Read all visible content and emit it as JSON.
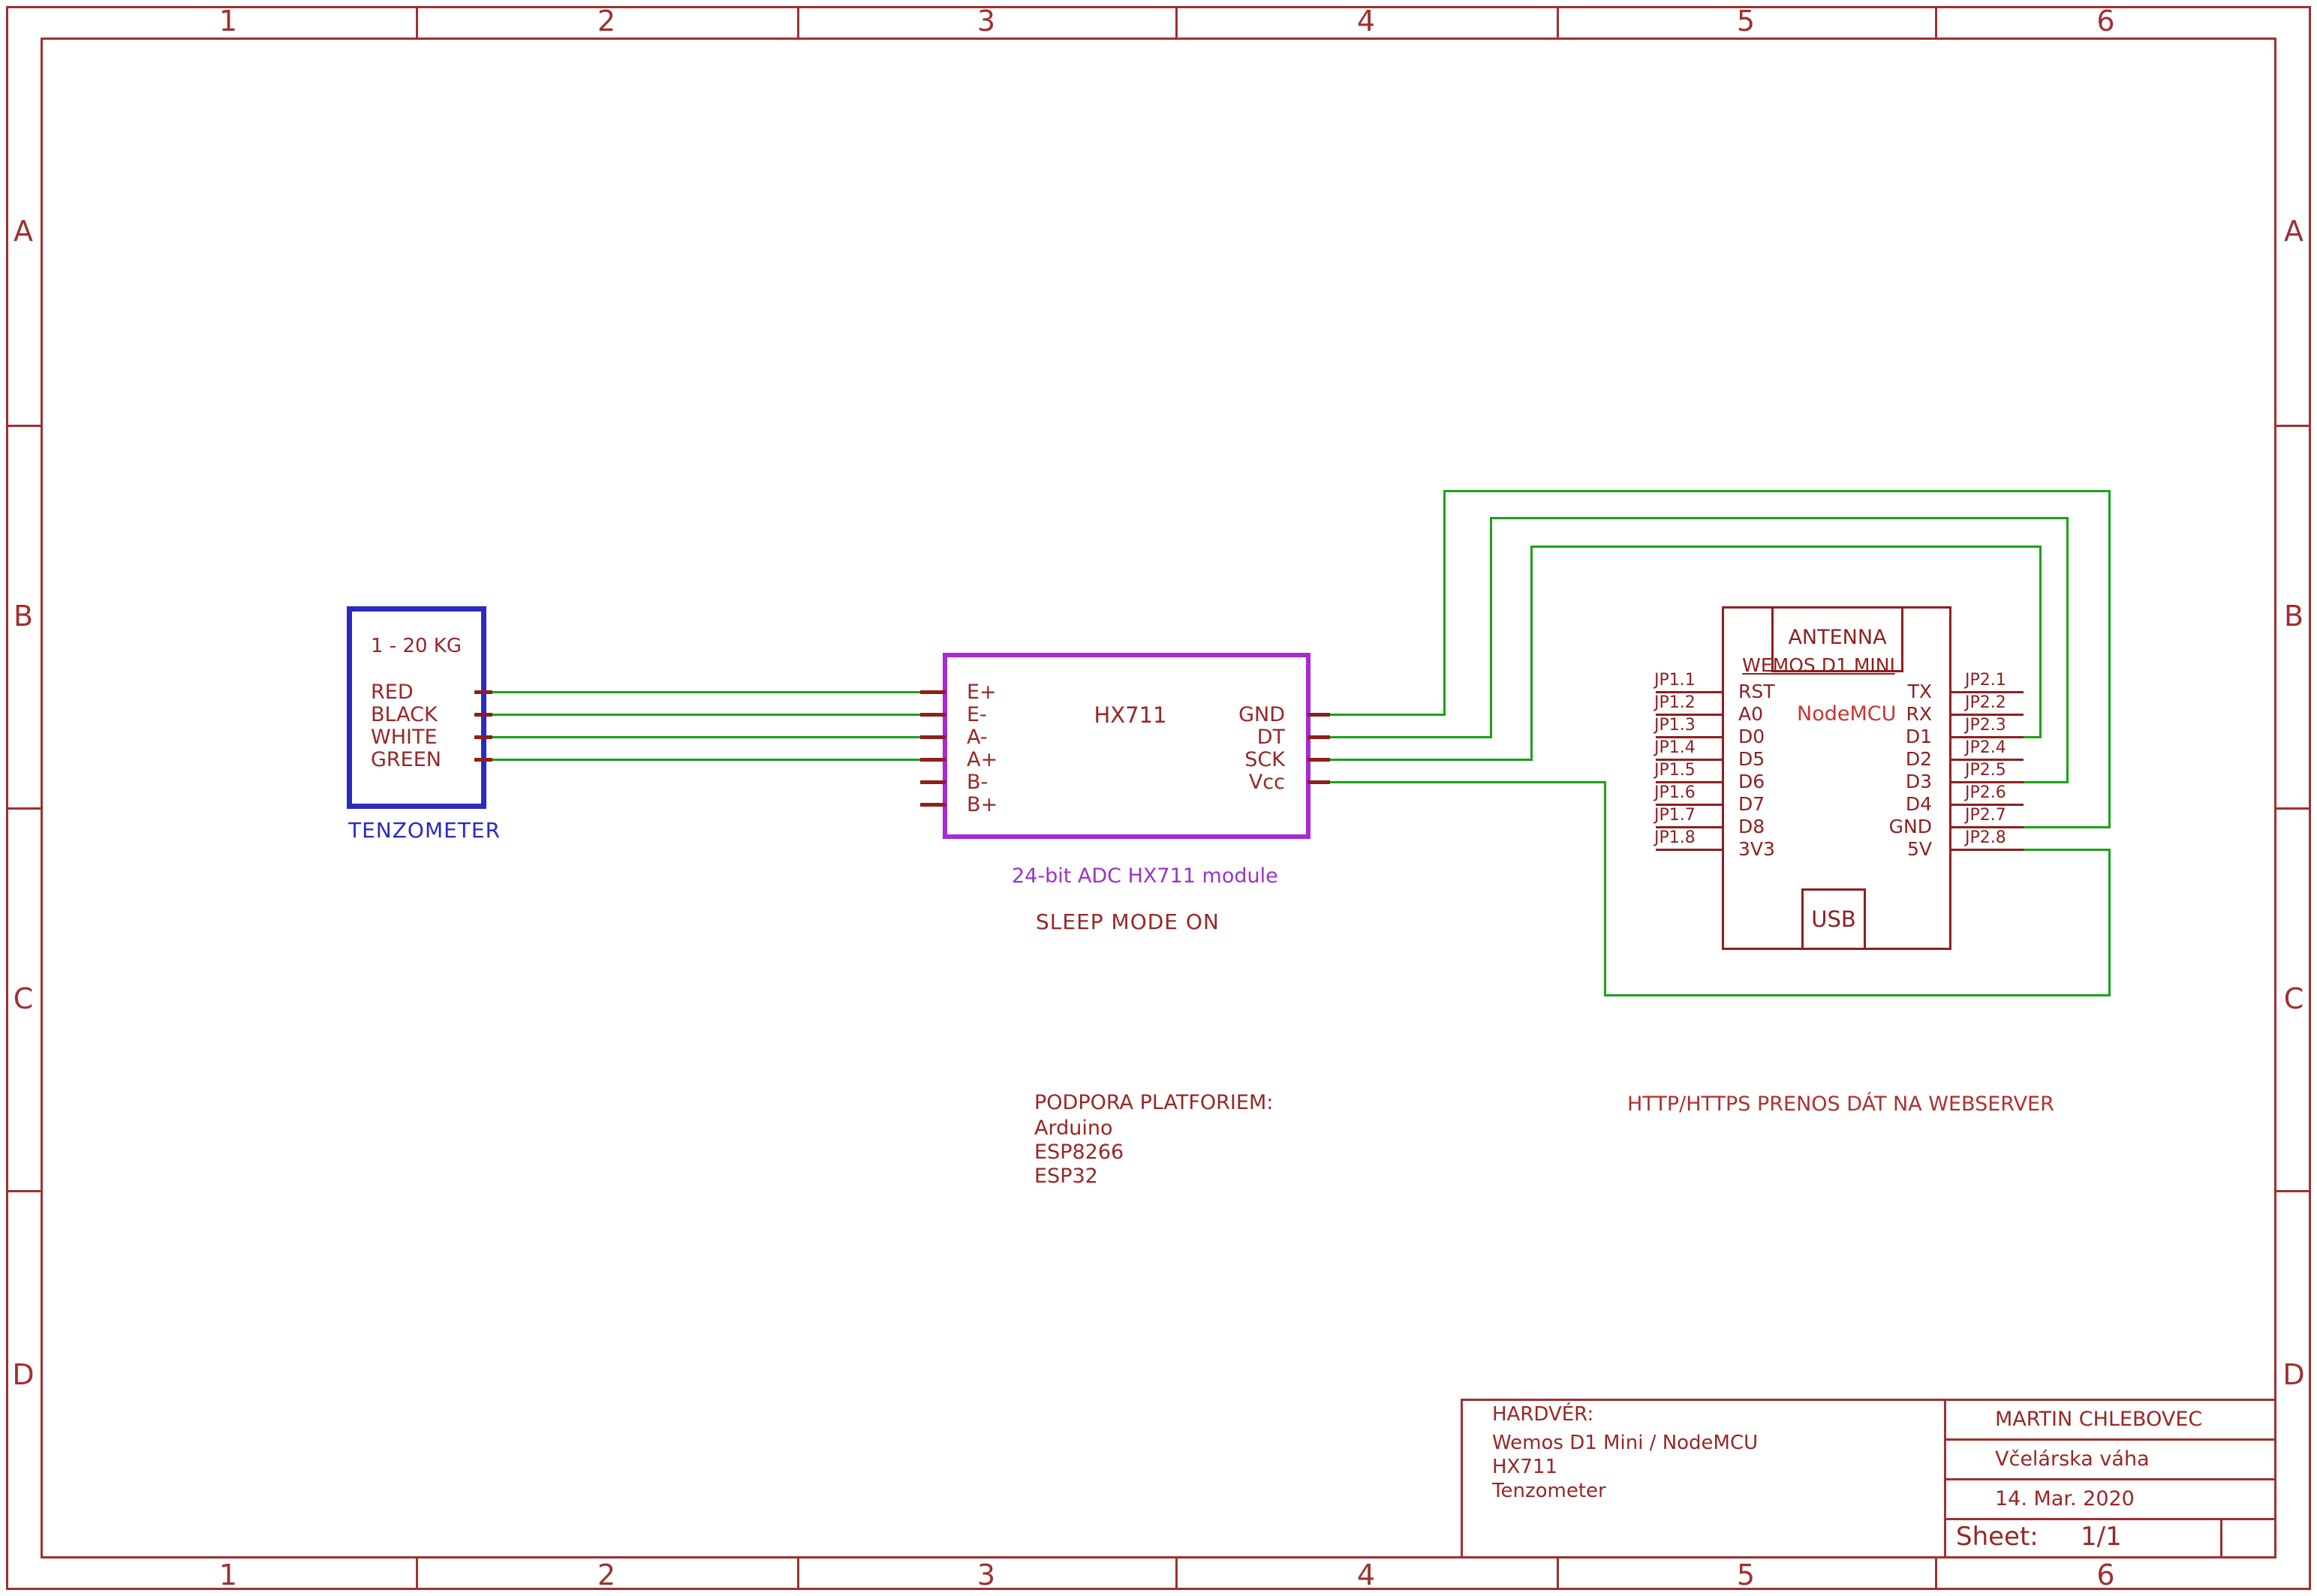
{
  "frame": {
    "columns": [
      "1",
      "2",
      "3",
      "4",
      "5",
      "6"
    ],
    "rows": [
      "A",
      "B",
      "C",
      "D"
    ]
  },
  "tenzometer": {
    "range": "1 - 20 KG",
    "pins": [
      "RED",
      "BLACK",
      "WHITE",
      "GREEN"
    ],
    "label": "TENZOMETER"
  },
  "hx711": {
    "name": "HX711",
    "left_pins": [
      "E+",
      "E-",
      "A-",
      "A+",
      "B-",
      "B+"
    ],
    "right_pins": [
      "GND",
      "DT",
      "SCK",
      "Vcc"
    ],
    "caption": "24-bit ADC HX711 module",
    "note": "SLEEP MODE ON"
  },
  "nodemcu": {
    "antenna": "ANTENNA",
    "part": "WEMOS D1 MINI",
    "value": "NodeMCU",
    "usb": "USB",
    "left_pins": [
      {
        "name": "JP1.1",
        "signal": "RST"
      },
      {
        "name": "JP1.2",
        "signal": "A0"
      },
      {
        "name": "JP1.3",
        "signal": "D0"
      },
      {
        "name": "JP1.4",
        "signal": "D5"
      },
      {
        "name": "JP1.5",
        "signal": "D6"
      },
      {
        "name": "JP1.6",
        "signal": "D7"
      },
      {
        "name": "JP1.7",
        "signal": "D8"
      },
      {
        "name": "JP1.8",
        "signal": "3V3"
      }
    ],
    "right_pins": [
      {
        "name": "JP2.1",
        "signal": "TX"
      },
      {
        "name": "JP2.2",
        "signal": "RX"
      },
      {
        "name": "JP2.3",
        "signal": "D1"
      },
      {
        "name": "JP2.4",
        "signal": "D2"
      },
      {
        "name": "JP2.5",
        "signal": "D3"
      },
      {
        "name": "JP2.6",
        "signal": "D4"
      },
      {
        "name": "JP2.7",
        "signal": "GND"
      },
      {
        "name": "JP2.8",
        "signal": "5V"
      }
    ]
  },
  "notes": {
    "platform_title": "PODPORA PLATFORIEM:",
    "platforms": [
      "Arduino",
      "ESP8266",
      "ESP32"
    ],
    "transfer": "HTTP/HTTPS PRENOS DÁT NA WEBSERVER"
  },
  "title_block": {
    "hardware_title": "HARDVÉR:",
    "hardware_lines": [
      "Wemos D1 Mini / NodeMCU",
      "HX711",
      "Tenzometer"
    ],
    "author": "MARTIN CHLEBOVEC",
    "project": "Včelárska váha",
    "date": "14. Mar. 2020",
    "sheet_label": "Sheet:",
    "sheet_value": "1/1"
  },
  "colors": {
    "frame": "#a03030",
    "ink": "#992626",
    "wire": "#19a319",
    "stub": "#8f1f1f",
    "tenzometer_border": "#2b2bbf",
    "tenzometer_label": "#2929c4",
    "hx711_border": "#a829d6",
    "hx711_caption": "#9933cc",
    "nodemcu_value": "#cc3333",
    "transfer_note": "#b03030"
  },
  "wires": [
    [
      648,
      922,
      1256,
      922
    ],
    [
      648,
      952,
      1256,
      952
    ],
    [
      648,
      982,
      1256,
      982
    ],
    [
      648,
      1012,
      1256,
      1012
    ],
    [
      1746,
      952,
      1924,
      952
    ],
    [
      1924,
      654,
      1924,
      952
    ],
    [
      1924,
      654,
      2810,
      654
    ],
    [
      2810,
      654,
      2810,
      1102
    ],
    [
      2696,
      1102,
      2810,
      1102
    ],
    [
      1746,
      982,
      1986,
      982
    ],
    [
      1986,
      690,
      1986,
      982
    ],
    [
      1986,
      690,
      2754,
      690
    ],
    [
      2754,
      690,
      2754,
      1042
    ],
    [
      2696,
      1042,
      2754,
      1042
    ],
    [
      1746,
      1012,
      2040,
      1012
    ],
    [
      2040,
      728,
      2040,
      1012
    ],
    [
      2040,
      728,
      2718,
      728
    ],
    [
      2718,
      728,
      2718,
      982
    ],
    [
      2696,
      982,
      2718,
      982
    ],
    [
      1746,
      1042,
      2138,
      1042
    ],
    [
      2138,
      1042,
      2138,
      1326
    ],
    [
      2138,
      1326,
      2810,
      1326
    ],
    [
      2810,
      1132,
      2810,
      1326
    ],
    [
      2696,
      1132,
      2810,
      1132
    ]
  ]
}
